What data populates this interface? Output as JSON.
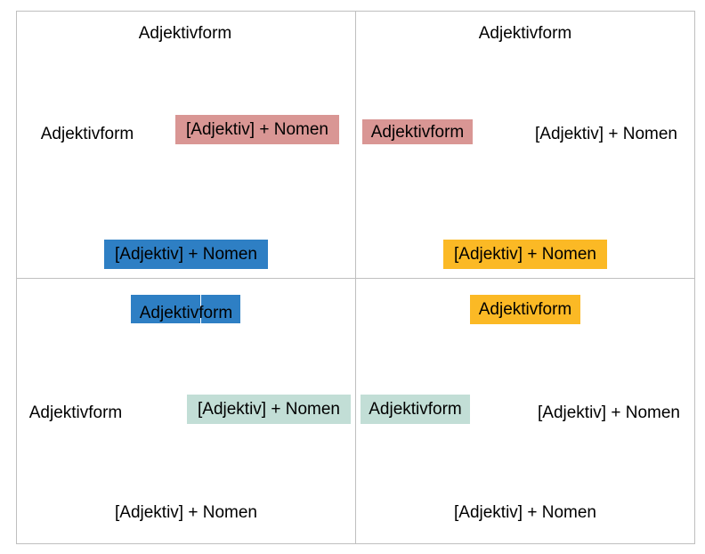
{
  "colors": {
    "rose": "#d99694",
    "blue": "#2e7fc4",
    "amber": "#fbb925",
    "mint": "#c2ded6",
    "gridline": "#bfbfbf"
  },
  "quadrants": [
    {
      "top": "Adjektivform",
      "left": "Adjektivform",
      "right": "[Adjektiv] + Nomen",
      "bottom": "[Adjektiv] + Nomen"
    },
    {
      "top": "Adjektivform",
      "left": "Adjektivform",
      "right": "[Adjektiv] + Nomen",
      "bottom": "[Adjektiv] + Nomen"
    },
    {
      "top": "Adjektivform",
      "left": "Adjektivform",
      "right": "[Adjektiv] + Nomen",
      "bottom": "[Adjektiv] + Nomen"
    },
    {
      "top": "Adjektivform",
      "left": "Adjektivform",
      "right": "[Adjektiv] + Nomen",
      "bottom": "[Adjektiv] + Nomen"
    }
  ]
}
